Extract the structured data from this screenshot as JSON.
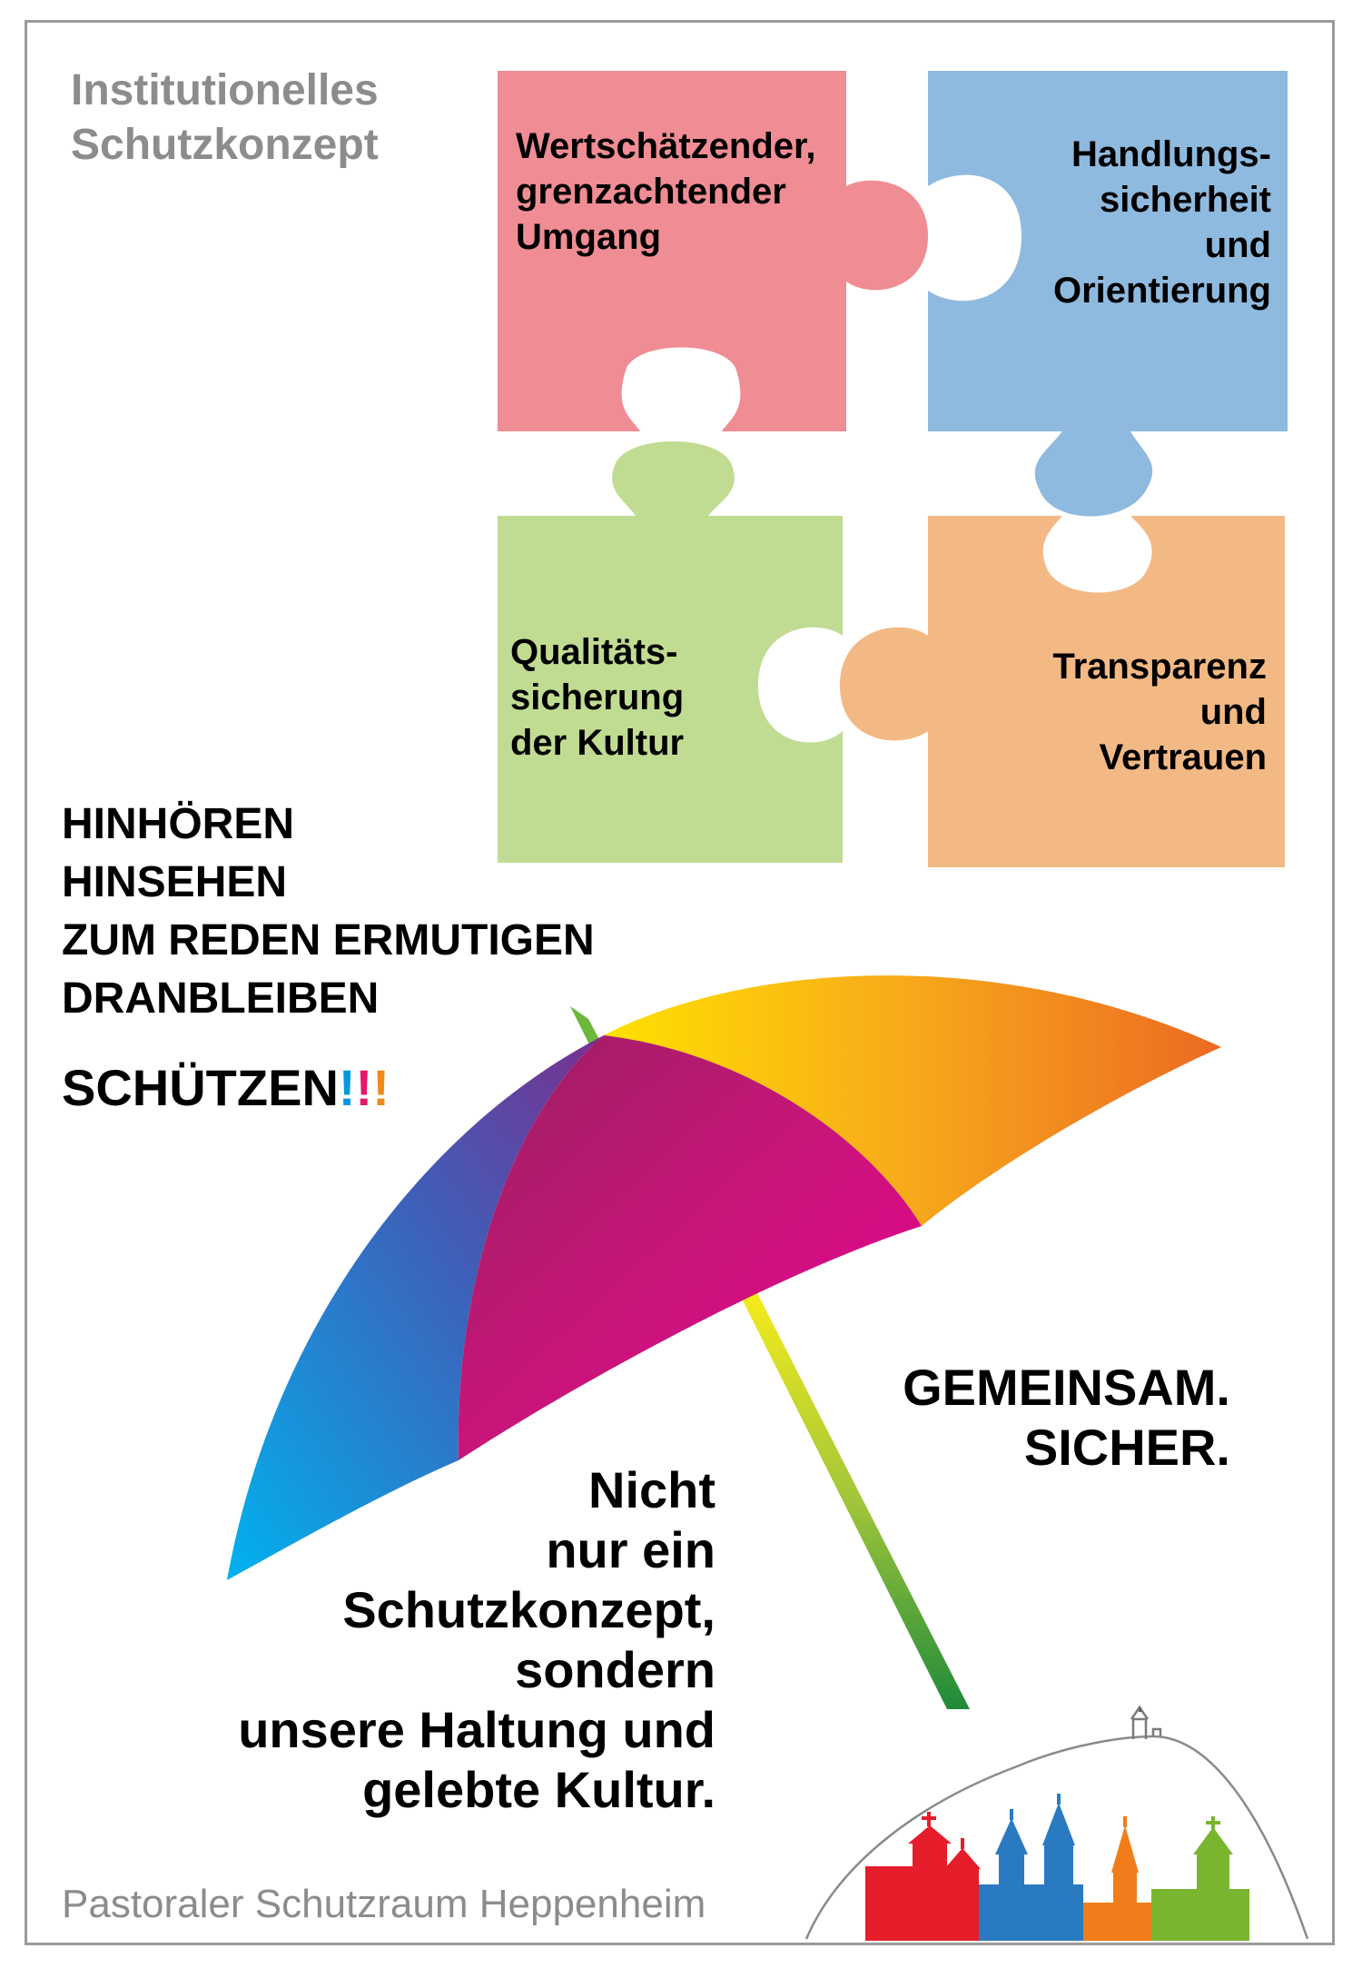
{
  "header": {
    "title_lines": [
      "Institutionelles",
      "Schutzkonzept"
    ]
  },
  "puzzle": [
    {
      "lines": [
        "Wertschätzender,",
        "grenzachtender",
        "Umgang"
      ],
      "color": "#f08c94"
    },
    {
      "lines": [
        "Handlungs-",
        "sicherheit",
        "und",
        "Orientierung"
      ],
      "color": "#8fbadf"
    },
    {
      "lines": [
        "Qualitäts-",
        "sicherung",
        "der Kultur"
      ],
      "color": "#c0dc92"
    },
    {
      "lines": [
        "Transparenz",
        "und",
        "Vertrauen"
      ],
      "color": "#f3b985"
    }
  ],
  "commands": [
    "HINHÖREN",
    "HINSEHEN",
    "ZUM REDEN ERMUTIGEN",
    "DRANBLEIBEN"
  ],
  "schuetzen": {
    "word": "SCHÜTZEN",
    "marks": [
      "!",
      "!",
      "!"
    ],
    "mark_colors": [
      "#0099e0",
      "#e8176a",
      "#f08a1a"
    ]
  },
  "slogan_lines": [
    "GEMEINSAM.",
    "SICHER."
  ],
  "statement_lines": [
    "Nicht",
    "nur ein",
    "Schutzkonzept,",
    "sondern",
    "unsere Haltung und",
    "gelebte Kultur."
  ],
  "footer": {
    "text": "Pastoraler Schutzraum Heppenheim"
  },
  "illustration": {
    "umbrella_icon": "umbrella-icon",
    "logo_icon": "skyline-logo-icon"
  }
}
